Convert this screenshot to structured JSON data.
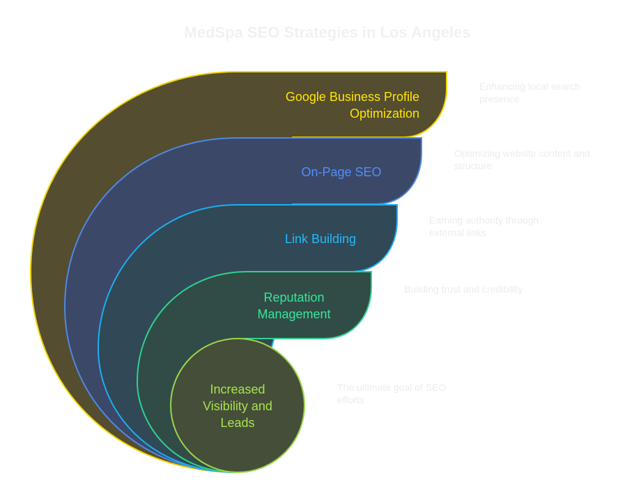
{
  "title": "MedSpa SEO Strategies in Los Angeles",
  "layers": [
    {
      "label": "Google Business Profile Optimization",
      "description": "Enhancing local search presence",
      "fill": "#544d30",
      "stroke": "#f2d400",
      "text_color": "#ffe500"
    },
    {
      "label": "On-Page SEO",
      "description": "Optimizing website content and structure",
      "fill": "#3c4868",
      "stroke": "#4f88e4",
      "text_color": "#4f8ff7"
    },
    {
      "label": "Link Building",
      "description": "Earning authority through external links",
      "fill": "#314857",
      "stroke": "#1ab0ee",
      "text_color": "#22baf8"
    },
    {
      "label": "Reputation Management",
      "description": "Building trust and credibility",
      "fill": "#314c47",
      "stroke": "#2fd28e",
      "text_color": "#36e59b"
    },
    {
      "label": "Increased Visibility and Leads",
      "description": "The ultimate goal of SEO efforts",
      "fill": "#454e38",
      "stroke": "#9bd64a",
      "text_color": "#a7e24f"
    }
  ]
}
